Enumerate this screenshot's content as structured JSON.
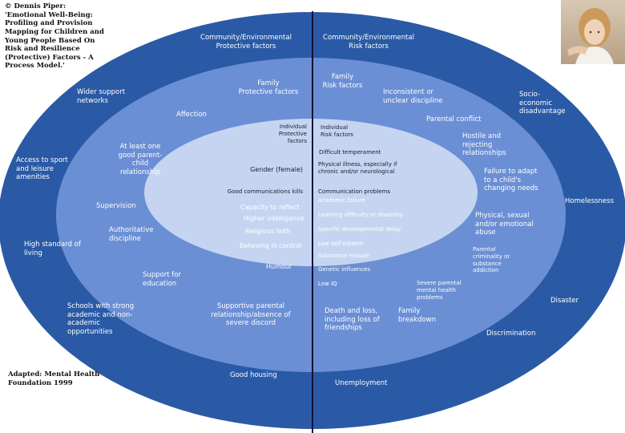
{
  "citation": {
    "text": "© Dennis Piper:\n'Emotional Well-Being:\nProfiling and Provision\nMapping for Children and\nYoung People Based On\nRisk and Resilience\n(Protective) Factors - A\nProcess Model.'"
  },
  "source": {
    "text": "Adapted: Mental Health\nFoundation 1999"
  },
  "colors": {
    "outer": "#2a5aa6",
    "middle": "#6b8fd4",
    "inner": "#c5d5f1",
    "divider": "#111133",
    "text_light": "#ffffff",
    "text_dark": "#1a1a2e"
  },
  "headers": {
    "community_protective": "Community/Environmental\nProtective factors",
    "community_risk": "Community/Environmental\nRisk factors",
    "family_protective": "Family\nProtective factors",
    "family_risk": "Family\nRisk factors",
    "individual_protective": "Individual\nProtective\nfactors",
    "individual_risk": "Individual\nRisk factors"
  },
  "outer_left": [
    "Wider support\nnetworks",
    "Access to sport\nand leisure\namenities",
    "High standard of\nliving",
    "Support for\neducation",
    "Schools with strong\nacademic and non-\nacademic\nopportunities",
    "Supportive parental\nrelationship/absence of\nsevere discord",
    "Good housing"
  ],
  "outer_right": [
    "Socio-\neconomic\ndisadvantage",
    "Homelessness",
    "Disaster",
    "Discrimination",
    "Unemployment"
  ],
  "middle_left": [
    "Affection",
    "At least one\ngood parent-\nchild\nrelationship",
    "Supervision",
    "Authoritative\ndiscipline"
  ],
  "middle_right": [
    "Inconsistent or\nunclear discipline",
    "Parental conflict",
    "Hostile and\nrejecting\nrelationships",
    "Failure to adapt\nto a child's\nchanging needs",
    "Physical, sexual\nand/or emotional\nabuse",
    "Parental\ncriminality or\nsubstance\naddiction",
    "Severe parental\nmental health\nproblems",
    "Death and loss,\nincluding loss of\nfriendships",
    "Family\nbreakdown"
  ],
  "inner_left": [
    "Gender (female)",
    "Good communications kills",
    "Capacity to reflect",
    "Higher intelligence",
    "Religious faith",
    "Believing in control",
    "Humour"
  ],
  "inner_right": [
    "Difficult temperament",
    "Physical illness, especially if\nchronic and/or neurological",
    "Communication problems",
    "Academic failure",
    "Learning difficulty or disability",
    "Specific developmental delay",
    "Low self-esteem",
    "Substance misuse",
    "Genetic influences",
    "Low IQ"
  ]
}
